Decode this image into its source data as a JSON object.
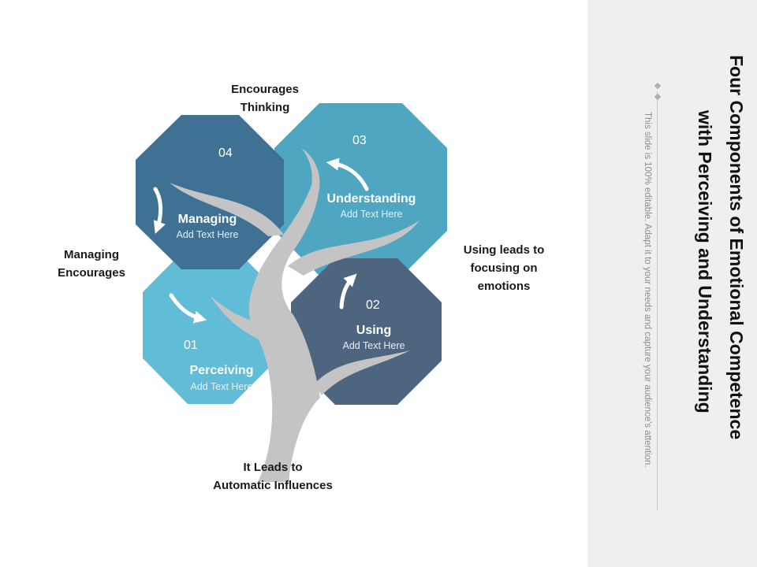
{
  "diagram": {
    "tiles": [
      {
        "number": "01",
        "title": "Perceiving",
        "subtitle": "Add Text Here",
        "color": "#61bcd8"
      },
      {
        "number": "02",
        "title": "Using",
        "subtitle": "Add Text Here",
        "color": "#4e6580"
      },
      {
        "number": "03",
        "title": "Understanding",
        "subtitle": "Add Text Here",
        "color": "#4ea6c0"
      },
      {
        "number": "04",
        "title": "Managing",
        "subtitle": "Add Text Here",
        "color": "#3f7194"
      }
    ],
    "captions": {
      "top_line1": "Encourages",
      "top_line2": "Thinking",
      "left_line1": "Managing",
      "left_line2": "Encourages",
      "right_line1": "Using leads to",
      "right_line2": "focusing on",
      "right_line3": "emotions",
      "bottom_line1": "It Leads to",
      "bottom_line2": "Automatic Influences"
    },
    "tree_color": "#c4c4c4"
  },
  "sidebar": {
    "title_line1": "Four Components of Emotional Competence",
    "title_line2": "with Perceiving and Understanding",
    "subtitle": "This slide is 100% editable. Adapt it to your needs and capture your audience's attention."
  }
}
